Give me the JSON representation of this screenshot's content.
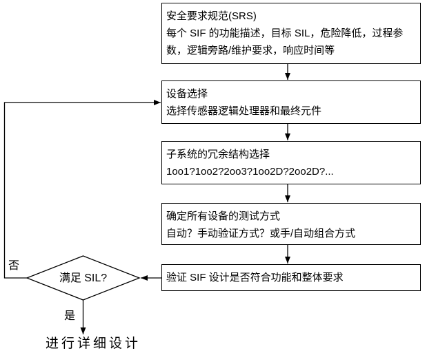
{
  "flowchart": {
    "boxes": [
      {
        "name": "safety-requirements-spec",
        "lines": [
          "安全要求规范(SRS)",
          "每个 SIF 的功能描述，目标 SIL，危险降低，过程参",
          "数，逻辑旁路/维护要求，响应时间等"
        ]
      },
      {
        "name": "device-selection",
        "lines": [
          "设备选择",
          "选择传感器逻辑处理器和最终元件"
        ]
      },
      {
        "name": "redundancy-structure",
        "lines": [
          "子系统的冗余结构选择",
          "1oo1?1oo2?2oo3?1oo2D?2oo2D?..."
        ]
      },
      {
        "name": "test-method",
        "lines": [
          "确定所有设备的测试方式",
          "自动？手动验证方式？或手/自动组合方式"
        ]
      },
      {
        "name": "sif-verification",
        "lines": [
          "验证 SIF 设计是否符合功能和整体要求"
        ]
      }
    ],
    "decision": {
      "label": "满足 SIL?",
      "no_label": "否",
      "yes_label": "是"
    },
    "terminal": {
      "label": "进行详细设计"
    },
    "colors": {
      "line": "#000000",
      "text": "#000000",
      "background": "#ffffff"
    }
  }
}
